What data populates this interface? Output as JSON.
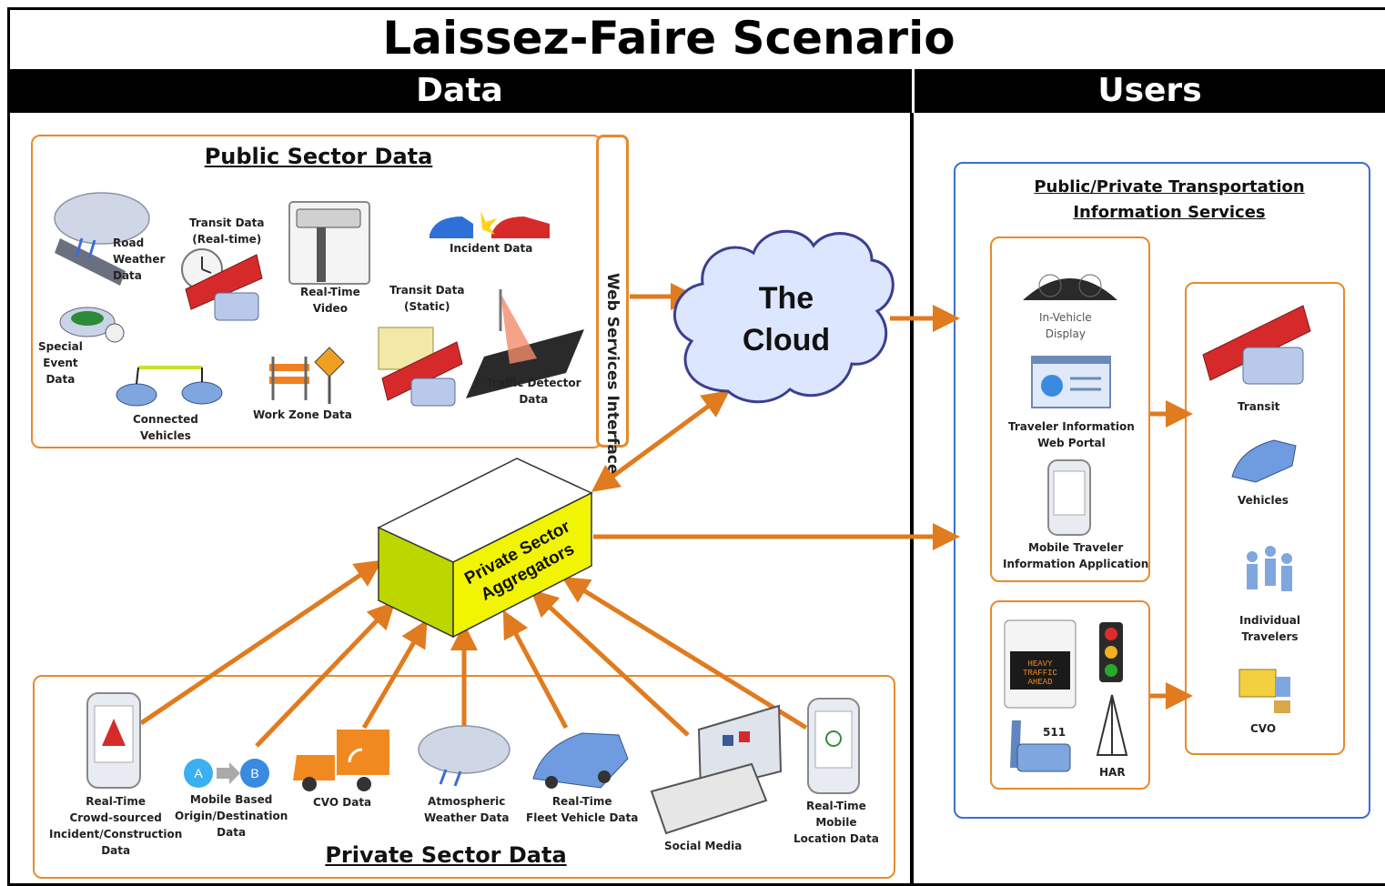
{
  "title": "Laissez-Faire Scenario",
  "headers": {
    "data": "Data",
    "users": "Users"
  },
  "public_sector": {
    "heading": "Public Sector Data",
    "items": {
      "road_weather": "Road\nWeather\nData",
      "transit_realtime": "Transit Data\n(Real-time)",
      "realtime_video": "Real-Time\nVideo",
      "incident": "Incident Data",
      "special_event": "Special\nEvent\nData",
      "transit_static": "Transit Data\n(Static)",
      "traffic_detector": "Traffic Detector\nData",
      "connected_vehicles": "Connected\nVehicles",
      "work_zone": "Work Zone Data"
    }
  },
  "web_services": "Web Services Interface",
  "cloud": {
    "line1": "The",
    "line2": "Cloud"
  },
  "aggregators": {
    "line1": "Private Sector",
    "line2": "Aggregators"
  },
  "private_sector": {
    "heading": "Private Sector Data",
    "items": {
      "crowd": "Real-Time\nCrowd-sourced\nIncident/Construction\nData",
      "od": "Mobile Based\nOrigin/Destination\nData",
      "cvo": "CVO Data",
      "weather": "Atmospheric\nWeather Data",
      "fleet": "Real-Time\nFleet Vehicle Data",
      "social": "Social Media",
      "mobile_loc": "Real-Time\nMobile\nLocation Data"
    },
    "od_badges": {
      "a": "A",
      "b": "B"
    }
  },
  "services": {
    "heading_line1": "Public/Private Transportation",
    "heading_line2": "Information Services",
    "in_vehicle": "In-Vehicle\nDisplay",
    "web_portal": "Traveler Information\nWeb Portal",
    "mobile_app": "Mobile Traveler\nInformation Application",
    "dms_text": "HEAVY\nTRAFFIC\nAHEAD",
    "phone": "511",
    "har": "HAR"
  },
  "users": {
    "transit": "Transit",
    "vehicles": "Vehicles",
    "travelers": "Individual\nTravelers",
    "cvo": "CVO"
  },
  "colors": {
    "orange": "#e88a2a",
    "arrow": "#e07b1f",
    "blue": "#3a6fd0",
    "aggregator_front": "#f2f500",
    "aggregator_side": "#bdd600",
    "cloud_fill": "#dde6ff",
    "cloud_stroke": "#3b3f8f"
  }
}
